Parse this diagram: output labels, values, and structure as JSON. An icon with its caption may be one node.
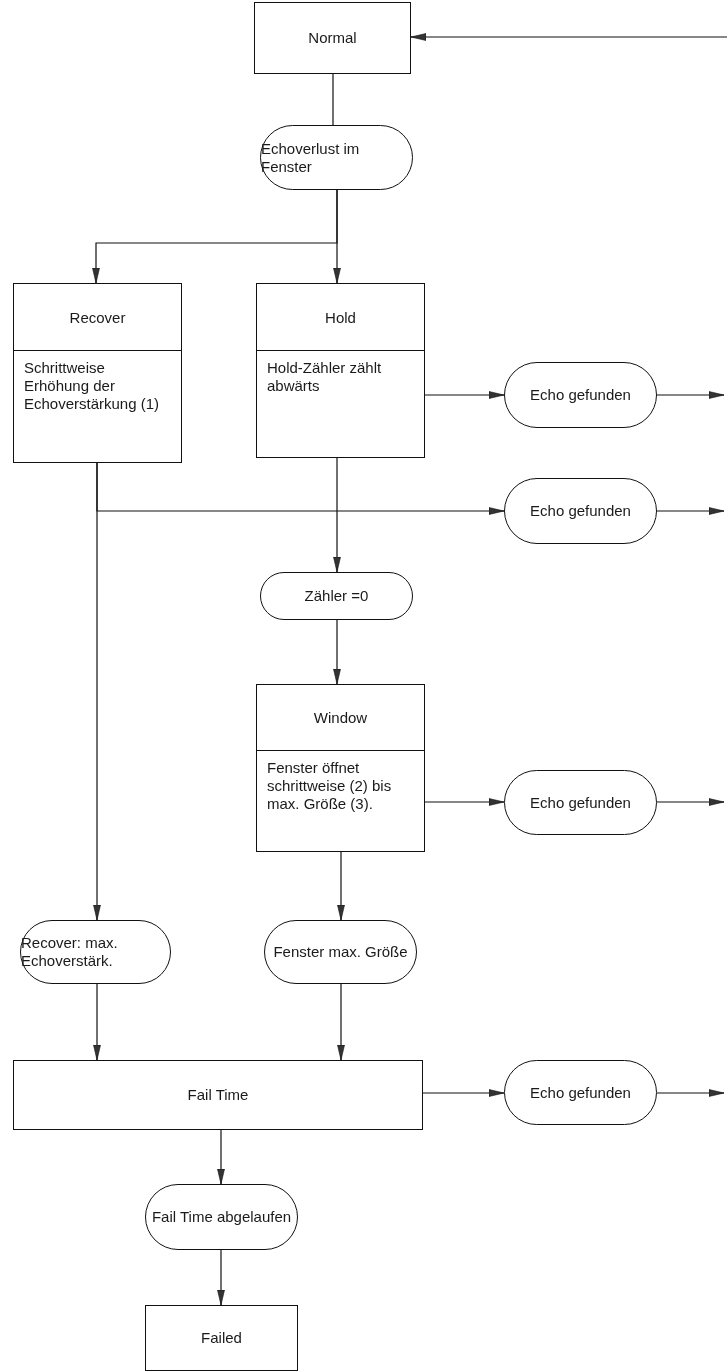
{
  "diagram": {
    "nodes": [
      {
        "text": [
          "Normal"
        ]
      },
      {
        "text": [
          "Echoverlust im Fenster"
        ]
      },
      {
        "text": [
          "Recover",
          "Schrittweise Erhöhung der Echoverstärkung (1)"
        ]
      },
      {
        "text": [
          "Hold",
          "Hold-Zähler zählt abwärts"
        ]
      },
      {
        "text": [
          "Echo gefunden"
        ]
      },
      {
        "text": [
          "Echo gefunden"
        ]
      },
      {
        "text": [
          "Zähler =0"
        ]
      },
      {
        "text": [
          "Window",
          "Fenster öffnet schrittweise (2) bis max. Größe (3)."
        ]
      },
      {
        "text": [
          "Echo gefunden"
        ]
      },
      {
        "text": [
          "Recover: max. Echoverstärk."
        ]
      },
      {
        "text": [
          "Fenster max. Größe"
        ]
      },
      {
        "text": [
          "Fail Time"
        ]
      },
      {
        "text": [
          "Echo gefunden"
        ]
      },
      {
        "text": [
          "Fail Time abgelaufen"
        ]
      },
      {
        "text": [
          "Failed"
        ]
      }
    ],
    "edges": [
      {
        "from": 0,
        "to": 1,
        "arrow": "none"
      },
      {
        "from": 1,
        "to": 2,
        "arrow": "to"
      },
      {
        "from": 1,
        "to": 3,
        "arrow": "to"
      },
      {
        "from": 3,
        "to": 4,
        "arrow": "to"
      },
      {
        "from": 2,
        "to": 5,
        "arrow": "to"
      },
      {
        "from": 2,
        "to": 9,
        "arrow": "to"
      },
      {
        "from": 3,
        "to": 6,
        "arrow": "to"
      },
      {
        "from": 6,
        "to": 7,
        "arrow": "to"
      },
      {
        "from": 7,
        "to": 8,
        "arrow": "to"
      },
      {
        "from": 7,
        "to": 10,
        "arrow": "to"
      },
      {
        "from": 9,
        "to": 11,
        "arrow": "to"
      },
      {
        "from": 10,
        "to": 11,
        "arrow": "to"
      },
      {
        "from": 11,
        "to": 12,
        "arrow": "to"
      },
      {
        "from": 11,
        "to": 13,
        "arrow": "to"
      },
      {
        "from": 13,
        "to": 14,
        "arrow": "to"
      },
      {
        "from": 4,
        "to": null,
        "arrow": "to"
      },
      {
        "from": 5,
        "to": null,
        "arrow": "to"
      },
      {
        "from": 8,
        "to": null,
        "arrow": "to"
      },
      {
        "from": 12,
        "to": null,
        "arrow": "to"
      },
      {
        "from": null,
        "to": 0,
        "arrow": "to"
      }
    ]
  }
}
